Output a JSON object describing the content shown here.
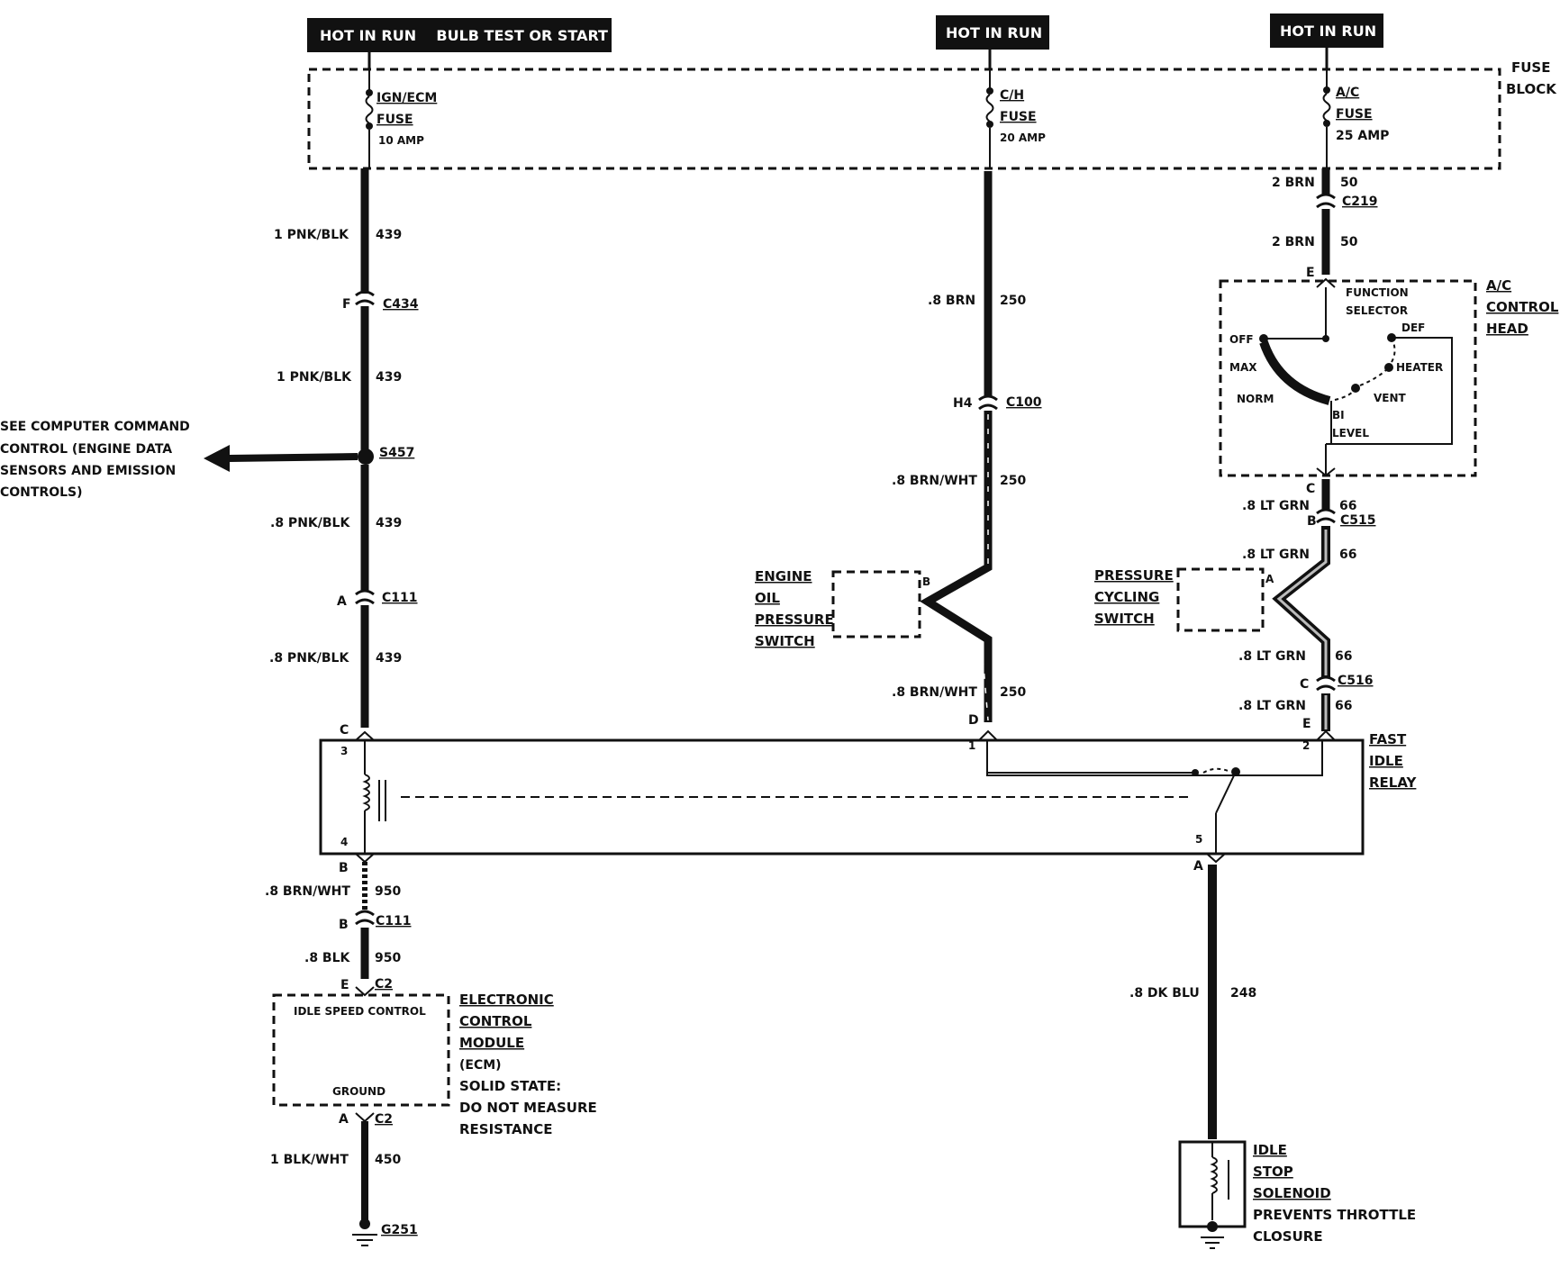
{
  "headers": {
    "ign_header": "HOT IN RUN    BULB TEST OR START",
    "ch_header": "HOT IN RUN",
    "ac_header": "HOT IN RUN"
  },
  "fuse_block": {
    "label_line1": "FUSE",
    "label_line2": "BLOCK",
    "ign_fuse": {
      "name": "IGN/ECM",
      "word": "FUSE",
      "rating": "10 AMP"
    },
    "ch_fuse": {
      "name": "C/H",
      "word": "FUSE",
      "rating": "20 AMP"
    },
    "ac_fuse": {
      "name": "A/C",
      "word": "FUSE",
      "rating": "25 AMP"
    }
  },
  "left_circuit": {
    "wire1": {
      "color": "1 PNK/BLK",
      "circuit": "439"
    },
    "c434": {
      "pin": "F",
      "name": "C434"
    },
    "wire2": {
      "color": "1 PNK/BLK",
      "circuit": "439"
    },
    "splice": "S457",
    "see_note": [
      "SEE COMPUTER COMMAND",
      "CONTROL (ENGINE DATA",
      "SENSORS AND EMISSION",
      "CONTROLS)"
    ],
    "wire3": {
      "color": ".8 PNK/BLK",
      "circuit": "439"
    },
    "c111a": {
      "pin": "A",
      "name": "C111"
    },
    "wire4": {
      "color": ".8 PNK/BLK",
      "circuit": "439"
    },
    "relay_pin_c": "C",
    "relay_pin_b": "B",
    "wire5": {
      "color": ".8 BRN/WHT",
      "circuit": "950"
    },
    "c111b": {
      "pin": "B",
      "name": "C111"
    },
    "wire6": {
      "color": ".8 BLK",
      "circuit": "950"
    },
    "ecm_pin_e": "E",
    "ecm_conn_c2_top": "C2",
    "ecm_pin_a": "A",
    "ecm_conn_c2_bottom": "C2",
    "wire7": {
      "color": "1 BLK/WHT",
      "circuit": "450"
    },
    "ground": "G251"
  },
  "ecm": {
    "inner_top": "IDLE SPEED CONTROL",
    "inner_bottom": "GROUND",
    "label": [
      "ELECTRONIC",
      "CONTROL",
      "MODULE"
    ],
    "notes": [
      "(ECM)",
      "SOLID STATE:",
      "DO NOT MEASURE",
      "RESISTANCE"
    ]
  },
  "middle_circuit": {
    "wire1": {
      "color": ".8 BRN",
      "circuit": "250"
    },
    "c100": {
      "pin": "H4",
      "name": "C100"
    },
    "wire2": {
      "color": ".8 BRN/WHT",
      "circuit": "250"
    },
    "switch_label": [
      "ENGINE",
      "OIL",
      "PRESSURE",
      "SWITCH"
    ],
    "switch_pin": "B",
    "wire3": {
      "color": ".8 BRN/WHT",
      "circuit": "250"
    },
    "relay_pin_d": "D"
  },
  "right_circuit": {
    "wire1": {
      "color": "2 BRN",
      "circuit": "50"
    },
    "c219": "C219",
    "wire2": {
      "color": "2 BRN",
      "circuit": "50"
    },
    "head_pin_e": "E",
    "control_head_label": [
      "A/C",
      "CONTROL",
      "HEAD"
    ],
    "function_selector": [
      "FUNCTION",
      "SELECTOR"
    ],
    "positions": {
      "off": "OFF",
      "def": "DEF",
      "max": "MAX",
      "heater": "HEATER",
      "norm": "NORM",
      "vent": "VENT",
      "bi": "BI",
      "level": "LEVEL"
    },
    "head_pin_c": "C",
    "wire3": {
      "color": ".8 LT GRN",
      "circuit": "66"
    },
    "c515": {
      "pin": "B",
      "name": "C515"
    },
    "wire4": {
      "color": ".8 LT GRN",
      "circuit": "66"
    },
    "switch_label": [
      "PRESSURE",
      "CYCLING",
      "SWITCH"
    ],
    "switch_pin": "A",
    "wire5": {
      "color": ".8 LT GRN",
      "circuit": "66"
    },
    "c516": {
      "pin": "C",
      "name": "C516"
    },
    "wire6": {
      "color": ".8 LT GRN",
      "circuit": "66"
    },
    "relay_pin_e": "E"
  },
  "relay": {
    "label": [
      "FAST",
      "IDLE",
      "RELAY"
    ],
    "terminals": {
      "t1": "1",
      "t2": "2",
      "t3": "3",
      "t4": "4",
      "t5": "5"
    },
    "output_pin_a": "A"
  },
  "solenoid_circuit": {
    "wire": {
      "color": ".8 DK BLU",
      "circuit": "248"
    },
    "label": [
      "IDLE",
      "STOP",
      "SOLENOID"
    ],
    "notes": [
      "PREVENTS THROTTLE",
      "CLOSURE"
    ]
  }
}
